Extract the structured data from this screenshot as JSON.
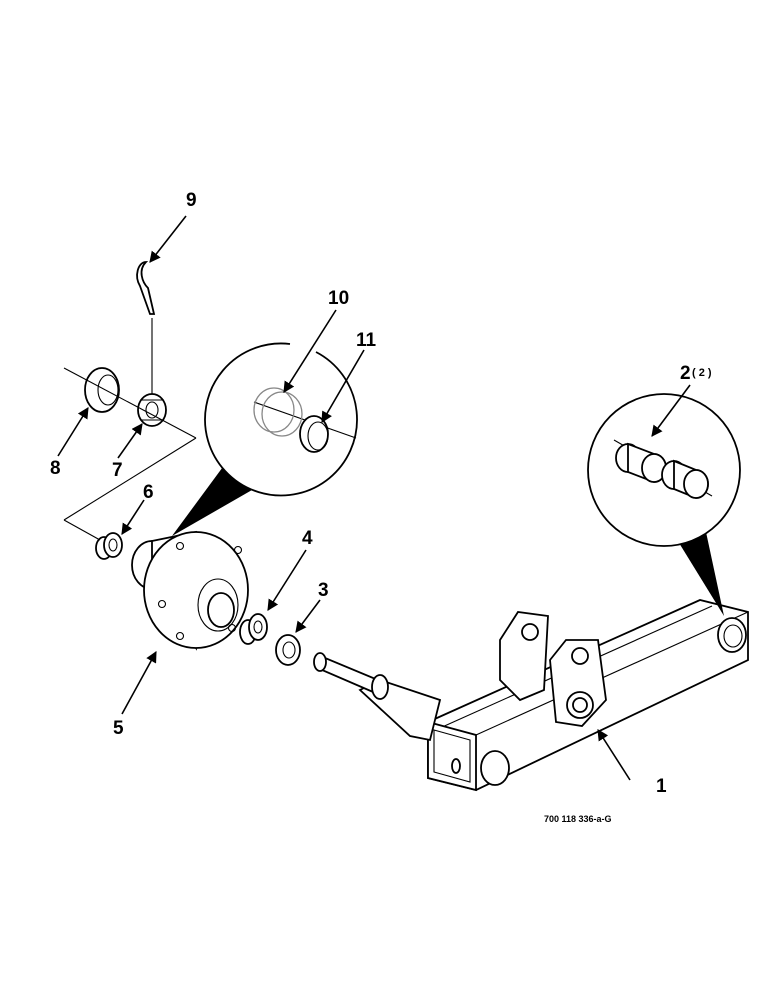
{
  "callouts": {
    "c1": "1",
    "c2": "2",
    "c2_qty": "( 2 )",
    "c3": "3",
    "c4": "4",
    "c5": "5",
    "c6": "6",
    "c7": "7",
    "c8": "8",
    "c9": "9",
    "c10": "10",
    "c11": "11"
  },
  "drawing_number": "700 118 336-a-G"
}
